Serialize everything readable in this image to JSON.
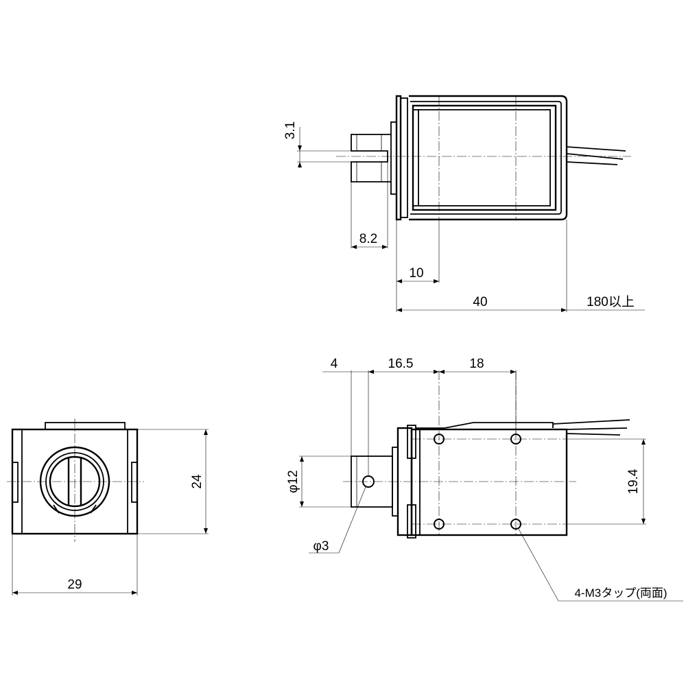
{
  "dimensions": {
    "slot_width": "3.1",
    "plunger_length": "8.2",
    "frame_offset": "10",
    "body_length": "40",
    "lead_length": "180以上",
    "front_width": "29",
    "front_height": "24",
    "plunger_diameter": "φ12",
    "pin_hole_diameter": "φ3",
    "hole_pitch_vertical": "19.4",
    "top_dim_4": "4",
    "top_dim_16_5": "16.5",
    "top_dim_18": "18",
    "tap_note": "4-M3タップ(両面)"
  }
}
